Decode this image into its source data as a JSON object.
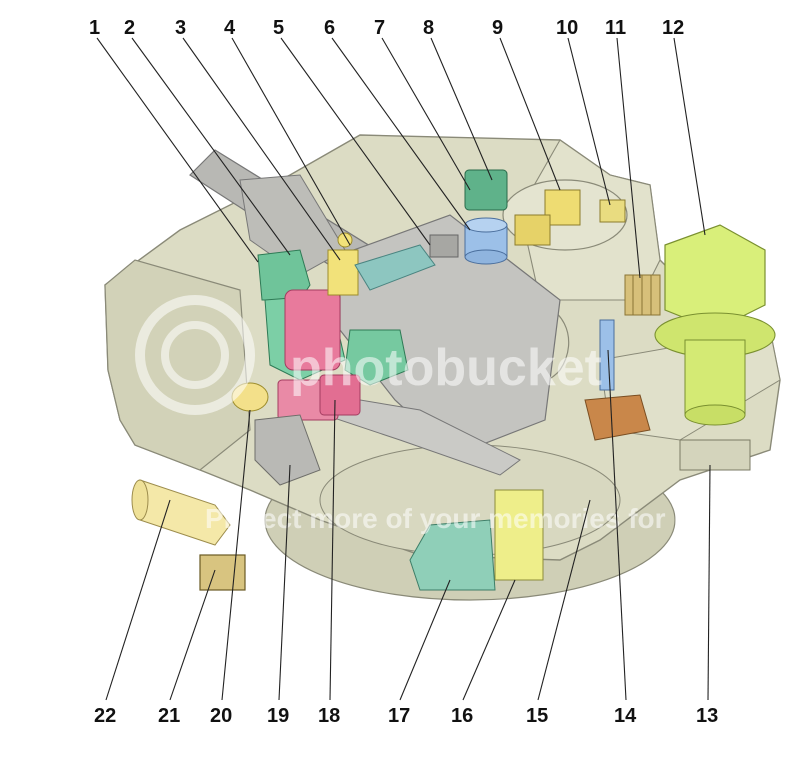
{
  "diagram": {
    "top_labels": [
      "1",
      "2",
      "3",
      "4",
      "5",
      "6",
      "7",
      "8",
      "9",
      "10",
      "11",
      "12"
    ],
    "bottom_labels": [
      "22",
      "21",
      "20",
      "19",
      "18",
      "17",
      "16",
      "15",
      "14",
      "13"
    ]
  },
  "watermark": {
    "brand": "photobucket",
    "tagline": "Protect more of your memories for less!"
  },
  "colors": {
    "hull": "#dcdcc4",
    "hull_edge": "#8a8a78",
    "gun": "#b8b8b4",
    "green_part": "#6fc49a",
    "pink_part": "#e87a9c",
    "yellow_part": "#f2e27a",
    "lime_part": "#d9ef7a",
    "blue_part": "#9cc0e8",
    "brown_part": "#c9874a"
  }
}
